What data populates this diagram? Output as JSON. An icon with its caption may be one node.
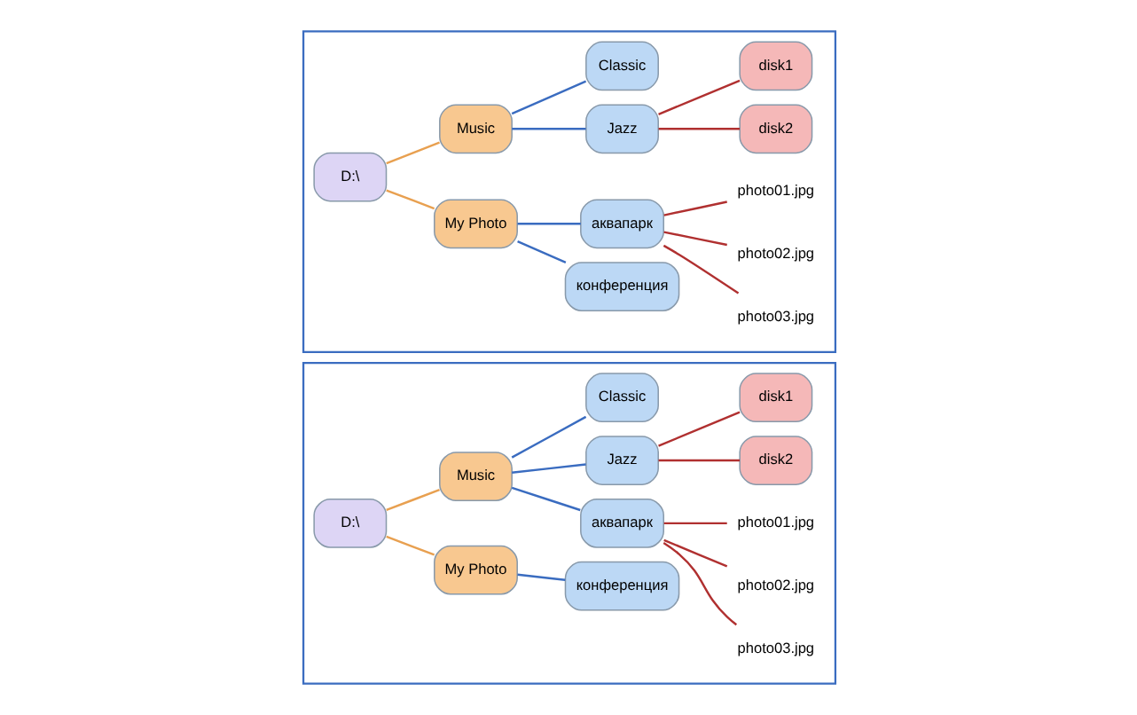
{
  "diagram": {
    "nodes": [
      {
        "text": [],
        "shape": "box"
      },
      {
        "text": [
          "D:\\"
        ],
        "in": 0
      },
      {
        "text": [
          "Music"
        ],
        "in": 0
      },
      {
        "text": [
          "My Photo"
        ],
        "in": 0
      },
      {
        "text": [
          "Classic"
        ],
        "in": 0
      },
      {
        "text": [
          "Jazz"
        ],
        "in": 0
      },
      {
        "text": [
          "аквапарк"
        ],
        "in": 0
      },
      {
        "text": [
          "конференция"
        ],
        "in": 0
      },
      {
        "text": [
          "disk1"
        ],
        "in": 0
      },
      {
        "text": [
          "disk2"
        ],
        "in": 0
      },
      {
        "text": [
          "photo01.jpg"
        ],
        "in": 0
      },
      {
        "text": [
          "photo02.jpg"
        ],
        "in": 0
      },
      {
        "text": [
          "photo03.jpg"
        ],
        "in": 0
      },
      {
        "text": [],
        "shape": "box"
      },
      {
        "text": [
          "D:\\"
        ],
        "in": 13
      },
      {
        "text": [
          "Music"
        ],
        "in": 13
      },
      {
        "text": [
          "My Photo"
        ],
        "in": 13
      },
      {
        "text": [
          "Classic"
        ],
        "in": 13
      },
      {
        "text": [
          "Jazz"
        ],
        "in": 13
      },
      {
        "text": [
          "аквапарк"
        ],
        "in": 13
      },
      {
        "text": [
          "конференция"
        ],
        "in": 13
      },
      {
        "text": [
          "disk1"
        ],
        "in": 13
      },
      {
        "text": [
          "disk2"
        ],
        "in": 13
      },
      {
        "text": [
          "photo01.jpg"
        ],
        "in": 13
      },
      {
        "text": [
          "photo02.jpg"
        ],
        "in": 13
      },
      {
        "text": [
          "photo03.jpg"
        ],
        "in": 13
      }
    ],
    "edges": [
      {
        "from": 1,
        "to": 2,
        "arrow": "none",
        "color": "#e8a050"
      },
      {
        "from": 1,
        "to": 3,
        "arrow": "none",
        "color": "#e8a050"
      },
      {
        "from": 2,
        "to": 4,
        "arrow": "none",
        "color": "#3a6cc0"
      },
      {
        "from": 2,
        "to": 5,
        "arrow": "none",
        "color": "#3a6cc0"
      },
      {
        "from": 2,
        "to": 6,
        "arrow": "none",
        "color": "#3a6cc0"
      },
      {
        "from": 3,
        "to": 7,
        "arrow": "none",
        "color": "#3a6cc0"
      },
      {
        "from": 5,
        "to": 8,
        "arrow": "none"
      },
      {
        "from": 5,
        "to": 9,
        "arrow": "none"
      },
      {
        "from": 6,
        "to": 10,
        "arrow": "none"
      },
      {
        "from": 6,
        "to": 11,
        "arrow": "none"
      },
      {
        "from": 6,
        "to": 12,
        "arrow": "none"
      },
      {
        "from": 14,
        "to": 15,
        "arrow": "none",
        "color": "#e8a050"
      },
      {
        "from": 14,
        "to": 16,
        "arrow": "none",
        "color": "#e8a050"
      },
      {
        "from": 15,
        "to": 17,
        "arrow": "none",
        "color": "#3a6cc0"
      },
      {
        "from": 15,
        "to": 18,
        "arrow": "none",
        "color": "#3a6cc0"
      },
      {
        "from": 16,
        "to": 19,
        "arrow": "none",
        "color": "#3a6cc0"
      },
      {
        "from": 16,
        "to": 20,
        "arrow": "none",
        "color": "#3a6cc0"
      },
      {
        "from": 18,
        "to": 21,
        "arrow": "none"
      },
      {
        "from": 18,
        "to": 22,
        "arrow": "none"
      },
      {
        "from": 19,
        "to": 23,
        "arrow": "none"
      },
      {
        "from": 19,
        "to": 24,
        "arrow": "none"
      },
      {
        "from": 19,
        "to": 25,
        "arrow": "none"
      }
    ]
  }
}
